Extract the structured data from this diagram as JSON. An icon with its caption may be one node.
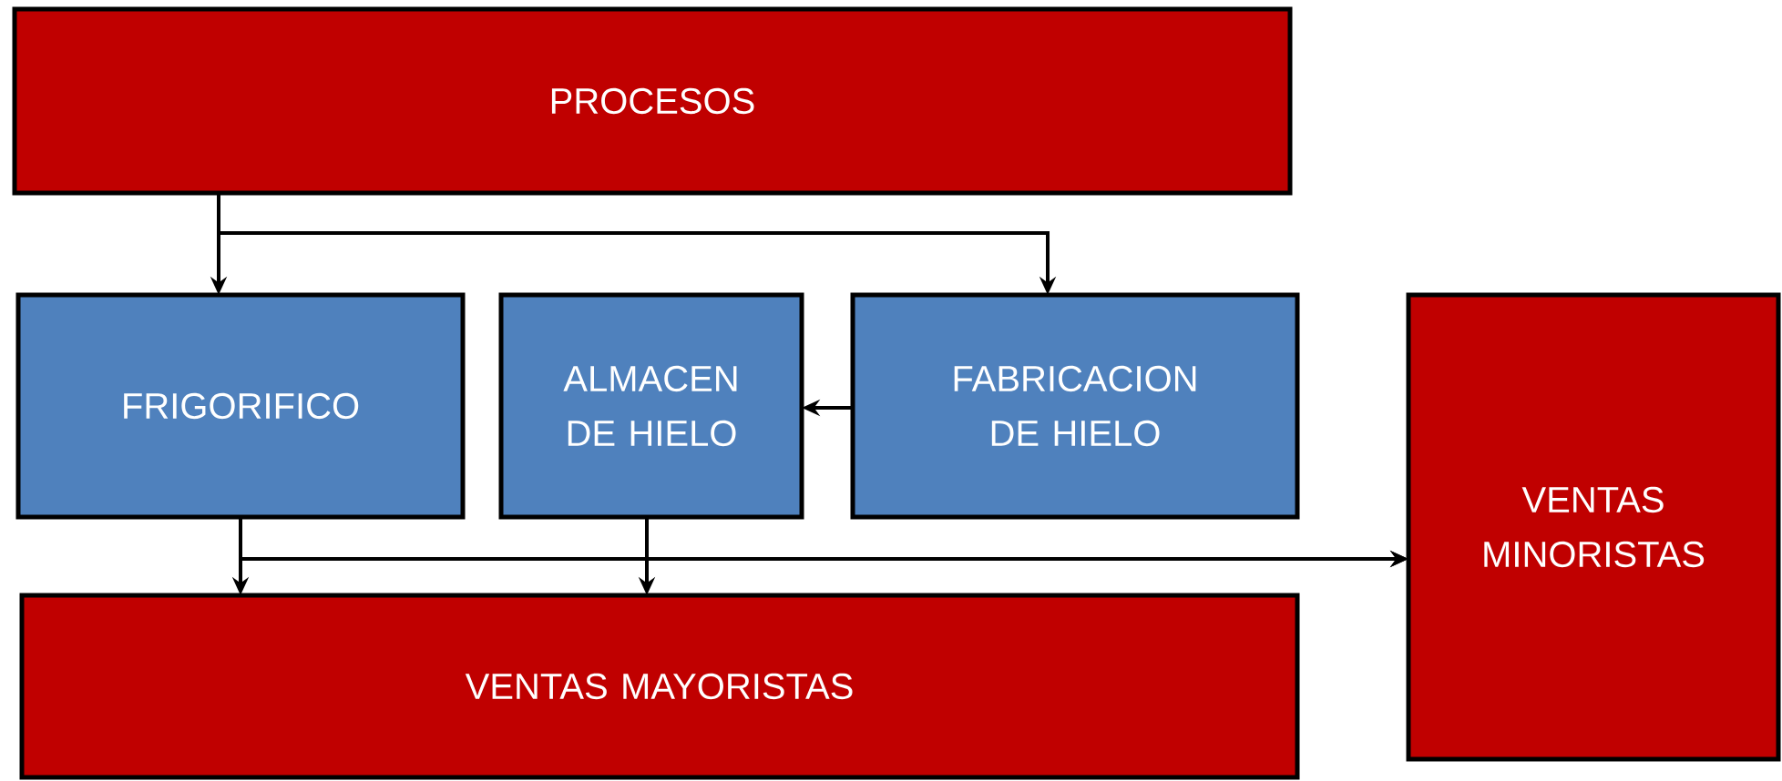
{
  "diagram": {
    "nodes": [
      {
        "text": [
          "PROCESOS"
        ]
      },
      {
        "text": [
          "FRIGORIFICO"
        ]
      },
      {
        "text": [
          "ALMACEN DE HIELO"
        ]
      },
      {
        "text": [
          "FABRICACION DE HIELO"
        ]
      },
      {
        "text": [
          "VENTAS MINORISTAS"
        ]
      },
      {
        "text": [
          "VENTAS MAYORISTAS"
        ]
      }
    ],
    "edges": [
      {
        "from": 0,
        "to": 1,
        "arrow": "to"
      },
      {
        "from": 0,
        "to": 3,
        "arrow": "to"
      },
      {
        "from": 3,
        "to": 2,
        "arrow": "to"
      },
      {
        "from": 1,
        "to": 5,
        "arrow": "to"
      },
      {
        "from": 2,
        "to": 5,
        "arrow": "to"
      },
      {
        "from": 1,
        "to": 4,
        "arrow": "to"
      },
      {
        "from": 2,
        "to": 4,
        "arrow": "to"
      }
    ]
  }
}
